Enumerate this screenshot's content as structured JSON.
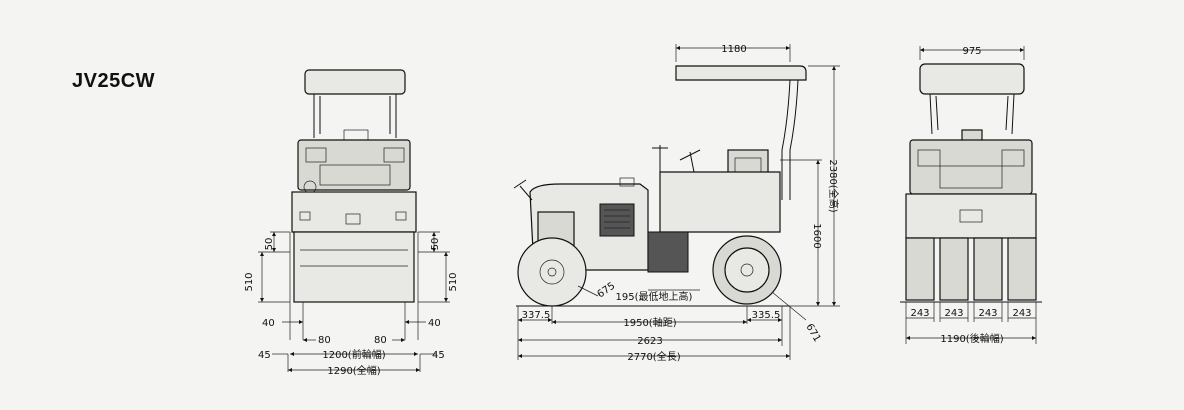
{
  "model": "JV25CW",
  "front_view": {
    "left": [
      "510",
      "50",
      "40",
      "80",
      "45"
    ],
    "right": [
      "50",
      "510",
      "40",
      "80",
      "45"
    ],
    "front_track": "1200(前輪幅)",
    "overall_width": "1290(全幅)"
  },
  "side_view": {
    "canopy_length": "1180",
    "overall_height": "2380(全高)",
    "height_1600": "1600",
    "drum_dia": "675",
    "tire_dia": "671",
    "ground_clearance": "195(最低地上高)",
    "front_overhang": "337.5",
    "wheelbase": "1950(軸距)",
    "rear_overhang": "335.5",
    "length_2623": "2623",
    "overall_length": "2770(全長)"
  },
  "rear_view": {
    "canopy_width": "975",
    "tire_widths": [
      "243",
      "243",
      "243",
      "243"
    ],
    "rear_track": "1190(後輪幅)"
  }
}
